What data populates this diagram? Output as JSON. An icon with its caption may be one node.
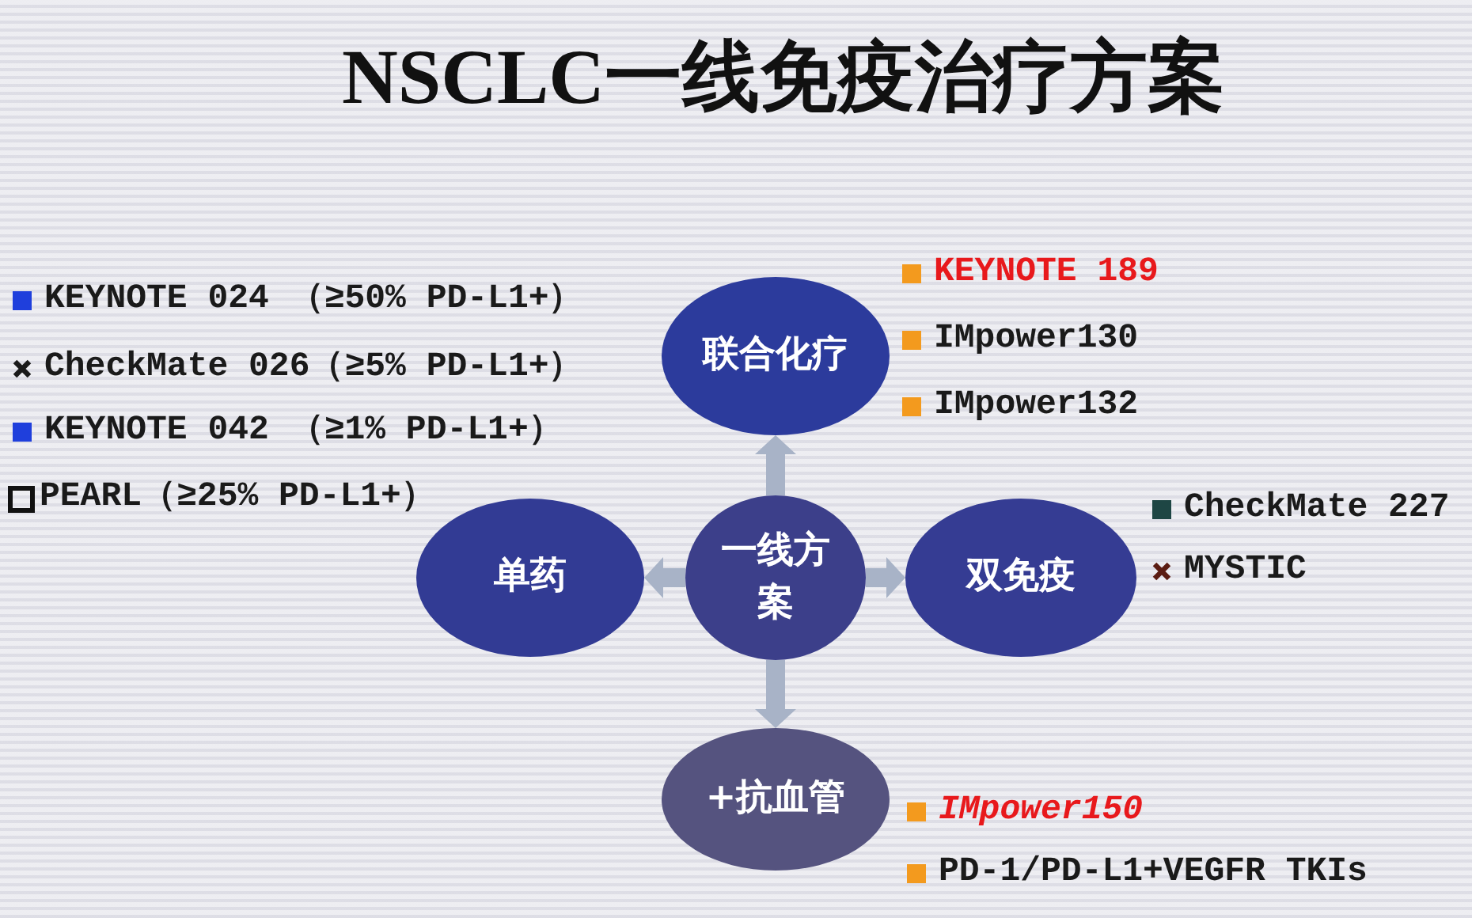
{
  "diagram": {
    "title": "NSCLC一线免疫治疗方案",
    "nodes": [
      {
        "text": [
          "联合化疗"
        ],
        "beside": [
          "KEYNOTE 189",
          "IMpower130",
          "IMpower132"
        ]
      },
      {
        "text": [
          "单药"
        ],
        "beside": [
          "KEYNOTE 024 （≥50% PD-L1+）",
          "CheckMate 026（≥5% PD-L1+）",
          "KEYNOTE 042 （≥1% PD-L1+）",
          "PEARL（≥25% PD-L1+）"
        ]
      },
      {
        "text": [
          "一线方案"
        ]
      },
      {
        "text": [
          "双免疫"
        ],
        "beside": [
          "CheckMate 227",
          "MYSTIC"
        ]
      },
      {
        "text": [
          "+抗血管"
        ],
        "beside": [
          "IMpower150",
          "PD-1/PD-L1+VEGFR TKIs"
        ]
      }
    ],
    "edges": [
      {
        "from": 2,
        "to": 0,
        "arrow": "to"
      },
      {
        "from": 2,
        "to": 1,
        "arrow": "to"
      },
      {
        "from": 2,
        "to": 3,
        "arrow": "to"
      },
      {
        "from": 2,
        "to": 4,
        "arrow": "to"
      }
    ]
  }
}
